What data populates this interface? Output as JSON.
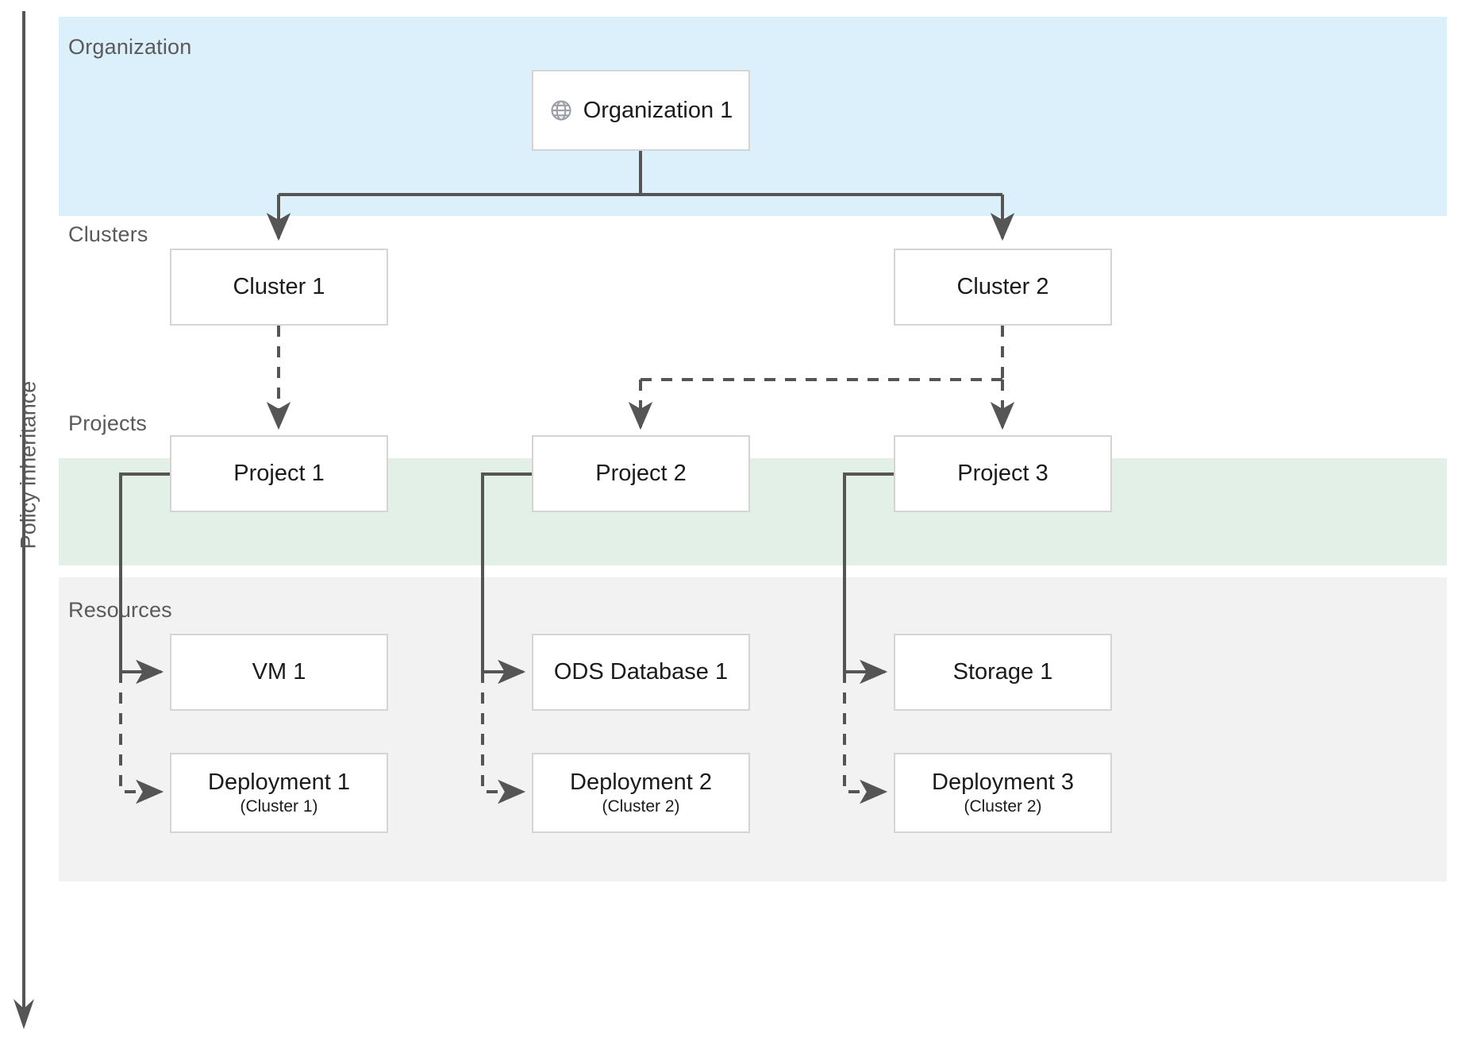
{
  "diagram": {
    "axis_label": "Policy inheritance",
    "bands": [
      {
        "key": "organization",
        "label": "Organization",
        "color": "#dcf0fb"
      },
      {
        "key": "clusters",
        "label": "Clusters",
        "color": "#ffffff"
      },
      {
        "key": "projects",
        "label": "Projects",
        "color": "#e2f0e8"
      },
      {
        "key": "resources",
        "label": "Resources",
        "color": "#f2f2f2"
      }
    ],
    "nodes": {
      "organization_1": {
        "title": "Organization 1",
        "icon": "globe-icon"
      },
      "cluster_1": {
        "title": "Cluster 1"
      },
      "cluster_2": {
        "title": "Cluster 2"
      },
      "project_1": {
        "title": "Project 1"
      },
      "project_2": {
        "title": "Project 2"
      },
      "project_3": {
        "title": "Project 3"
      },
      "vm_1": {
        "title": "VM 1"
      },
      "ods_db_1": {
        "title": "ODS Database 1"
      },
      "storage_1": {
        "title": "Storage 1"
      },
      "deployment_1": {
        "title": "Deployment 1",
        "sub": "(Cluster 1)"
      },
      "deployment_2": {
        "title": "Deployment 2",
        "sub": "(Cluster 2)"
      },
      "deployment_3": {
        "title": "Deployment 3",
        "sub": "(Cluster 2)"
      }
    },
    "edges": [
      {
        "from": "organization_1",
        "to": "cluster_1",
        "style": "solid"
      },
      {
        "from": "organization_1",
        "to": "cluster_2",
        "style": "solid"
      },
      {
        "from": "cluster_1",
        "to": "project_1",
        "style": "dashed"
      },
      {
        "from": "cluster_2",
        "to": "project_2",
        "style": "dashed"
      },
      {
        "from": "cluster_2",
        "to": "project_3",
        "style": "dashed"
      },
      {
        "from": "project_1",
        "to": "vm_1",
        "style": "solid"
      },
      {
        "from": "project_1",
        "to": "deployment_1",
        "style": "dashed"
      },
      {
        "from": "project_2",
        "to": "ods_db_1",
        "style": "solid"
      },
      {
        "from": "project_2",
        "to": "deployment_2",
        "style": "dashed"
      },
      {
        "from": "project_3",
        "to": "storage_1",
        "style": "solid"
      },
      {
        "from": "project_3",
        "to": "deployment_3",
        "style": "dashed"
      }
    ],
    "colors": {
      "band_organization": "#dcf0fb",
      "band_projects": "#e2f0e8",
      "band_resources": "#f2f2f2",
      "node_border": "#d4d4d4",
      "node_fill": "#ffffff",
      "edge": "#555555",
      "label_text": "#5a5a5a",
      "node_text": "#1b1b1b"
    }
  }
}
